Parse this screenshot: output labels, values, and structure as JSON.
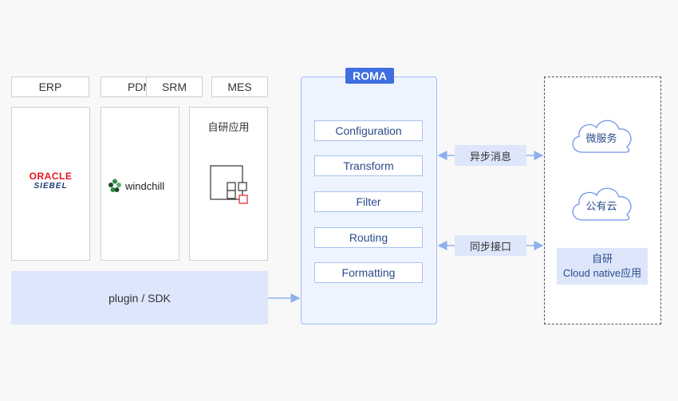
{
  "systems": [
    "ERP",
    "PDM",
    "SRM",
    "MES"
  ],
  "panels": {
    "erp_logo": {
      "line1": "ORACLE",
      "line2": "SIEBEL"
    },
    "pdm_logo": {
      "text": "windchill"
    },
    "custom_app": {
      "title": "自研应用"
    }
  },
  "plugin": {
    "label": "plugin / SDK"
  },
  "roma": {
    "title": "ROMA",
    "items": [
      "Configuration",
      "Transform",
      "Filter",
      "Routing",
      "Formatting"
    ]
  },
  "connectors": {
    "async": "异步消息",
    "sync": "同步接口"
  },
  "cloud": {
    "microservice": "微服务",
    "public_cloud": "公有云",
    "cloud_native_line1": "自研",
    "cloud_native_line2": "Cloud native应用"
  },
  "colors": {
    "accent": "#3f6fe0",
    "light_blue": "#dde6fb",
    "roma_bg": "#eef4ff",
    "oracle_red": "#e8161d"
  }
}
